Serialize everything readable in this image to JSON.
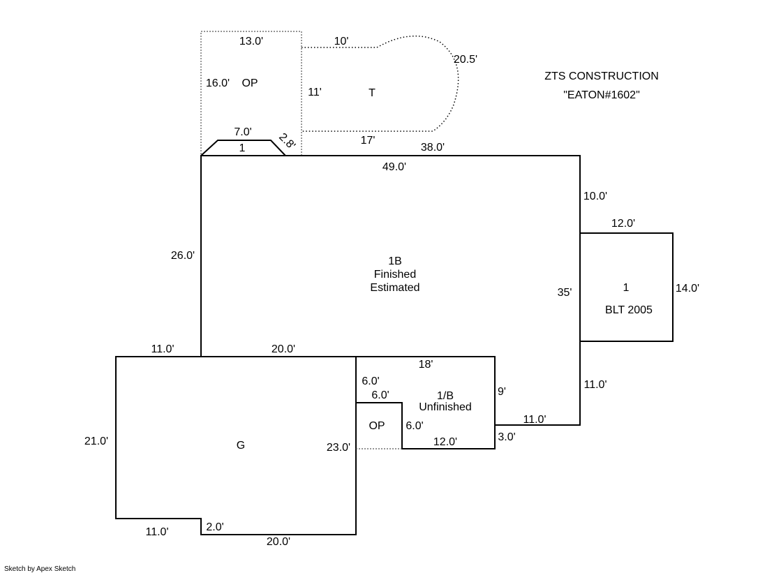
{
  "header": {
    "company": "ZTS CONSTRUCTION",
    "project": "\"EATON#1602\""
  },
  "footer": {
    "credit": "Sketch by Apex Sketch"
  },
  "areas": {
    "op_top": "OP",
    "terrace": "T",
    "bay": "1",
    "main_line1": "1B",
    "main_line2": "Finished",
    "main_line3": "Estimated",
    "addition_line1": "1",
    "addition_line2": "BLT 2005",
    "garage": "G",
    "op_bottom": "OP",
    "unfinished_line1": "1/B",
    "unfinished_line2": "Unfinished"
  },
  "dimensions": {
    "op_top_width": "13.0'",
    "op_top_height": "16.0'",
    "terrace_top": "10'",
    "terrace_arc": "20.5'",
    "terrace_left": "11'",
    "terrace_bottom": "17'",
    "bay_top": "7.0'",
    "bay_side": "2.8'",
    "main_top_right": "38.0'",
    "main_top": "49.0'",
    "main_left": "26.0'",
    "main_right_upper": "10.0'",
    "main_right_mid": "35'",
    "addition_top": "12.0'",
    "addition_right": "14.0'",
    "main_right_lower": "11.0'",
    "garage_top_left": "11.0'",
    "garage_top_right": "20.0'",
    "garage_left": "21.0'",
    "garage_right": "23.0'",
    "garage_bottom_left": "11.0'",
    "garage_step": "2.0'",
    "garage_bottom": "20.0'",
    "unfin_top": "18'",
    "unfin_left": "6.0'",
    "op_bottom_top": "6.0'",
    "op_bottom_right": "6.0'",
    "unfin_bottom": "12.0'",
    "unfin_right": "9'",
    "unfin_step": "3.0'",
    "unfin_right_bottom": "11.0'"
  }
}
